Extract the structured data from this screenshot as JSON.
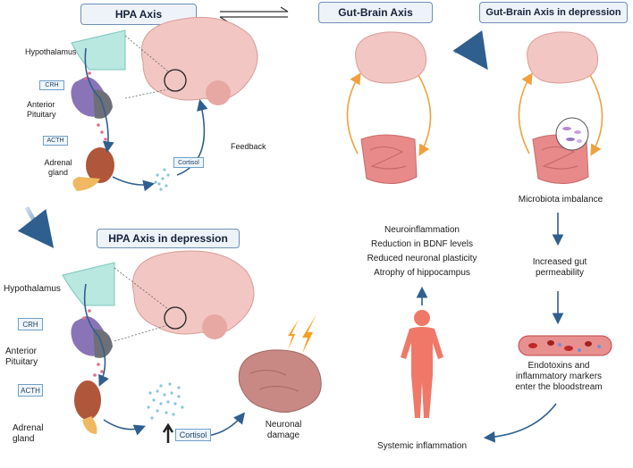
{
  "titles": {
    "hpa": "HPA Axis",
    "gut_brain": "Gut-Brain Axis",
    "gut_brain_depression": "Gut-Brain Axis in depression",
    "hpa_depression": "HPA Axis in depression"
  },
  "hpa_top": {
    "hypothalamus": "Hypothalamus",
    "crh": "CRH",
    "anterior_pituitary": "Anterior\nPituitary",
    "acth": "ACTH",
    "adrenal_gland": "Adrenal\ngland",
    "cortisol": "Cortisol",
    "feedback": "Feedback"
  },
  "hpa_bottom": {
    "hypothalamus": "Hypothalamus",
    "crh": "CRH",
    "anterior_pituitary": "Anterior\nPituitary",
    "acth": "ACTH",
    "adrenal_gland": "Adrenal\ngland",
    "cortisol": "Cortisol",
    "neuronal_damage": "Neuronal\ndamage"
  },
  "depression_path": {
    "microbiota": "Microbiota imbalance",
    "permeability": "Increased gut\npermeability",
    "endotoxins": "Endotoxins and\ninflammatory markers\nenter the bloodstream",
    "systemic": "Systemic inflammation"
  },
  "effects": [
    "Neuroinflammation",
    "Reduction in BDNF levels",
    "Reduced neuronal plasticity",
    "Atrophy of hippocampus"
  ],
  "colors": {
    "title_border": "#6f8fb8",
    "arrow_blue": "#2f5f8f",
    "arrow_orange": "#f0a040",
    "brain": "#f2c6c3",
    "gut": "#e8898a",
    "human": "#f07868",
    "hypothalamus": "#b9e8e0",
    "pituitary": "#8a74b8",
    "kidney": "#b0563a",
    "adrenal": "#f0b860",
    "lightning": "#f5a020"
  }
}
